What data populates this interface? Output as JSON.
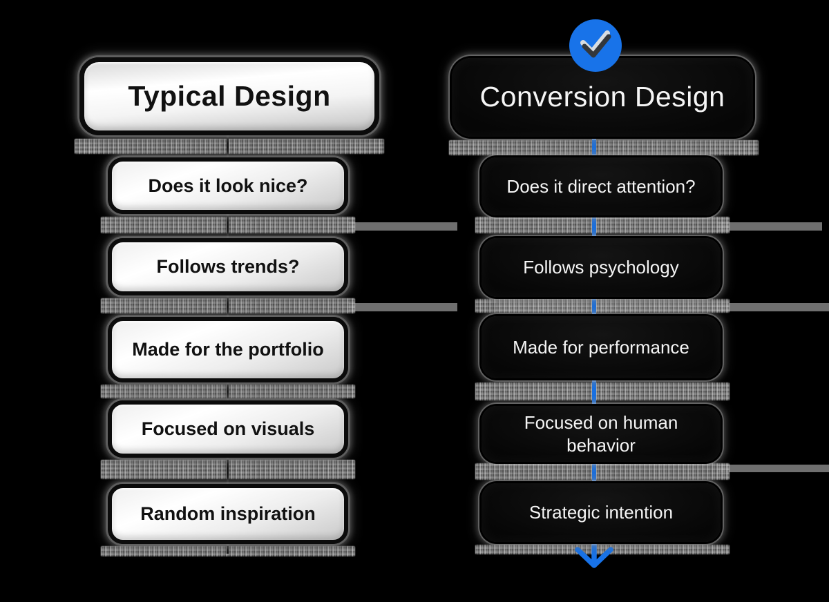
{
  "left_column": {
    "header": "Typical Design",
    "items": [
      {
        "label": "Does it look nice?"
      },
      {
        "label": "Follows trends?"
      },
      {
        "label": "Made for the portfolio"
      },
      {
        "label": "Focused on visuals"
      },
      {
        "label": "Random inspiration"
      }
    ]
  },
  "right_column": {
    "header": "Conversion Design",
    "items": [
      {
        "label": "Does it direct attention?"
      },
      {
        "label": "Follows psychology"
      },
      {
        "label": "Made for performance"
      },
      {
        "label": "Focused on human behavior"
      },
      {
        "label": "Strategic intention"
      }
    ]
  },
  "icons": {
    "badge": "checkmark-icon",
    "flow_end": "down-arrow-icon"
  },
  "colors": {
    "background": "#000000",
    "accent_blue": "#1873e9",
    "left_connector_black": "#141414",
    "band_gray": "#6f6f6f",
    "left_box_text": "#111111",
    "right_box_text": "#f5f5f5"
  }
}
